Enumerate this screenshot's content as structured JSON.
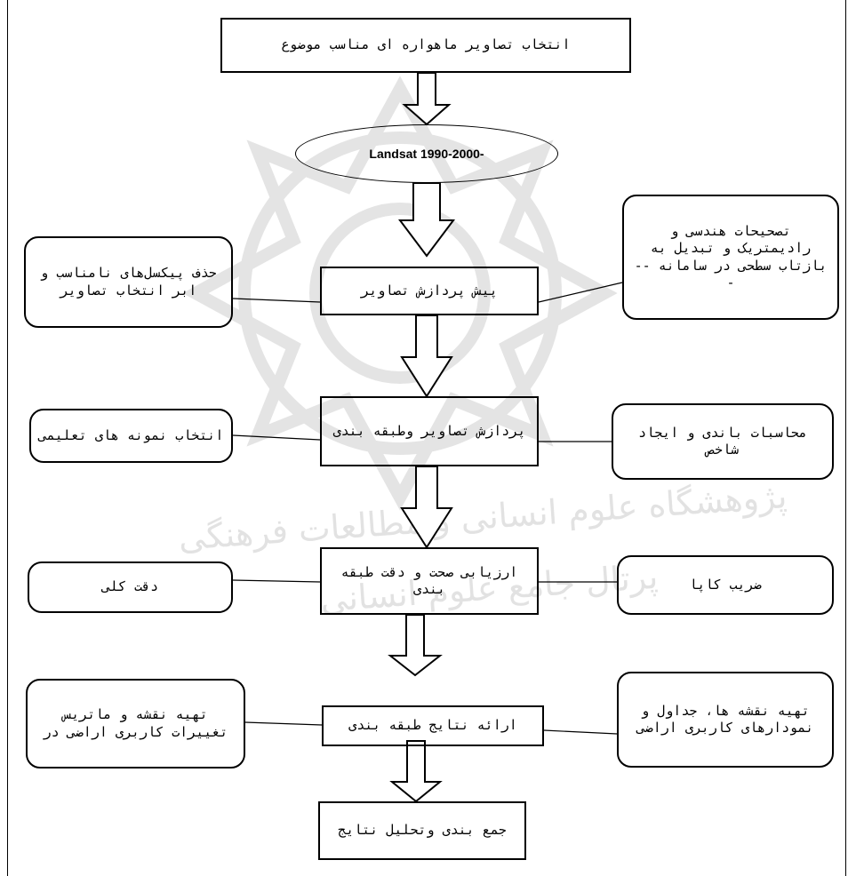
{
  "diagram": {
    "title_box": "انتخاب تصاویر ماهواره ای مناسب موضوع",
    "data_source": "Landsat 1990-2000-",
    "preprocessing": "پیش پردازش تصاویر",
    "preprocessing_left": "حذف پیکسل‌های نامناسب و ابر انتخاب تصاویر",
    "preprocessing_right": "تصحیحات هندسی و رادیمتریک و تبدیل به بازتاب سطحی در سامانه ---",
    "processing": "پردازش تصاویر وطبقه بندی",
    "processing_left": "انتخاب نمونه های تعلیمی",
    "processing_right": "محاسبات باندی و ایجاد شاخص",
    "accuracy": "ارزیابی صحت و دقت طبقه بندی",
    "accuracy_left": "دقت کلی",
    "accuracy_right": "ضریب کاپا",
    "results": "ارائه نتایج طبقه بندی",
    "results_left": "تهیه نقشه و ماتریس تغییرات کاربری اراضی در",
    "results_right": "تهیه نقشه ها، جداول و نمودارهای کاربری اراضی",
    "final": "جمع بندی وتحلیل نتایج"
  },
  "watermark": {
    "line1": "پژوهشگاه علوم انسانی و مطالعات فرهنگی",
    "line2": "پرتال جامع علوم انسانی"
  }
}
